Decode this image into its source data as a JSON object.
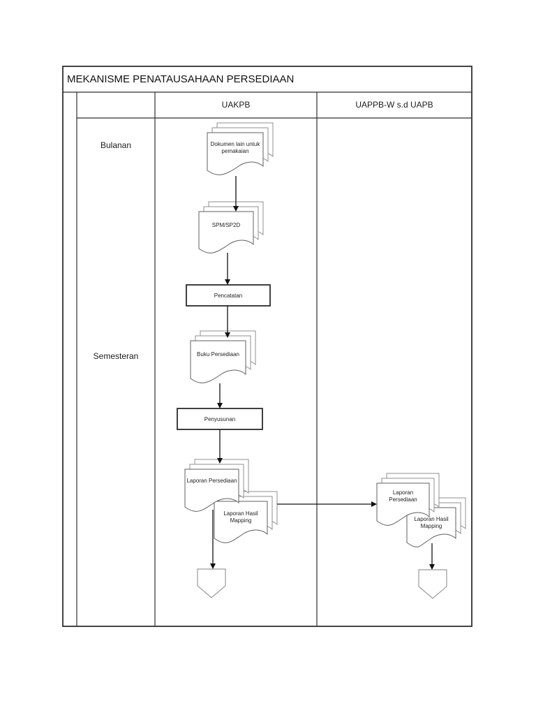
{
  "page": {
    "title": "MEKANISME PENATAUSAHAAN PERSEDIAAN"
  },
  "headers": {
    "col_uakpb": "UAKPB",
    "col_uappb": "UAPPB-W s.d UAPB"
  },
  "row_labels": {
    "bulanan": "Bulanan",
    "semesteran": "Semesteran"
  },
  "nodes": {
    "dokumen_lain": "Dokumen lain untuk pemakaian",
    "spm_sp2d": "SPM/SP2D",
    "pencatatan": "Pencatatan",
    "buku_persediaan": "Buku Persediaan",
    "penyusunan": "Penyusunan",
    "laporan_persediaan_uakpb": "Laporan Persediaan",
    "laporan_hasil_mapping_uakpb": "Laporan Hasil Mapping",
    "laporan_persediaan_uappb": "Laporan Persediaan",
    "laporan_hasil_mapping_uappb": "Laporan Hasil Mapping"
  },
  "colors": {
    "grid_line": "#2f2f2f",
    "doc_front_stroke": "#5f5f5f",
    "doc_back_stroke": "#8f8f8f",
    "process_stroke": "#2b2b2b",
    "arrow": "#111111",
    "connector_stroke": "#9a9a9a",
    "fill": "#ffffff"
  }
}
